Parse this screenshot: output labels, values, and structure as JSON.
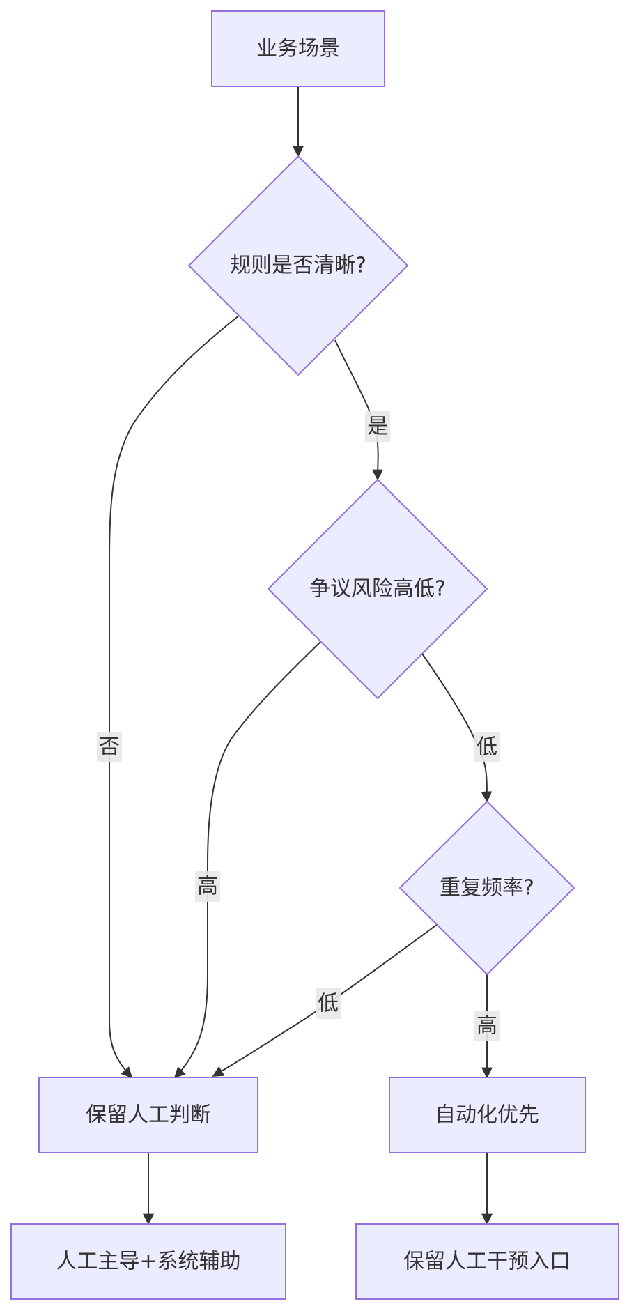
{
  "diagram": {
    "type": "flowchart",
    "colors": {
      "node_fill": "#ececff",
      "node_stroke": "#9370db",
      "edge": "#333333",
      "text": "#333333",
      "label_bg": "#e8e8e8"
    },
    "nodes": {
      "scene": "业务场景",
      "rules_clear": "规则是否清晰?",
      "dispute_risk": "争议风险高低?",
      "repeat_freq": "重复频率?",
      "keep_manual": "保留人工判断",
      "automation_first": "自动化优先",
      "manual_led": "人工主导+系统辅助",
      "keep_manual_entry": "保留人工干预入口"
    },
    "edge_labels": {
      "rules_yes": "是",
      "rules_no": "否",
      "risk_high": "高",
      "risk_low": "低",
      "freq_low": "低",
      "freq_high": "高"
    }
  }
}
